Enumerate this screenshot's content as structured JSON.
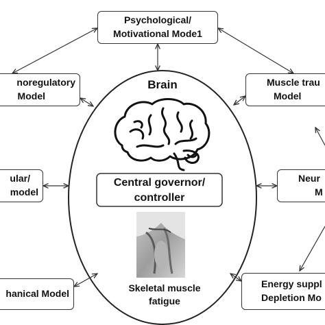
{
  "center": {
    "title": "Brain",
    "governor_line1": "Central governor/",
    "governor_line2": "controller",
    "caption_line1": "Skeletal muscle",
    "caption_line2": "fatigue",
    "brain_image": "brain-icon",
    "muscle_image": "skeletal-muscle-photo"
  },
  "models": {
    "psychological": {
      "line1": "Psychological/",
      "line2": "Motivational Mode1"
    },
    "thermoregulatory": {
      "line1": "noregulatory",
      "line2": "Model"
    },
    "muscle_trauma": {
      "line1": "Muscle trau",
      "line2": "Model"
    },
    "cardiovascular": {
      "line1": "ular/",
      "line2": "model"
    },
    "neuro": {
      "line1": "Neur",
      "line2": "M"
    },
    "biomechanical": {
      "line1": "hanical Model"
    },
    "energy": {
      "line1": "Energy suppl",
      "line2": "Depletion Mo"
    }
  },
  "colors": {
    "stroke": "#333333",
    "text": "#111111",
    "background": "#ffffff"
  }
}
